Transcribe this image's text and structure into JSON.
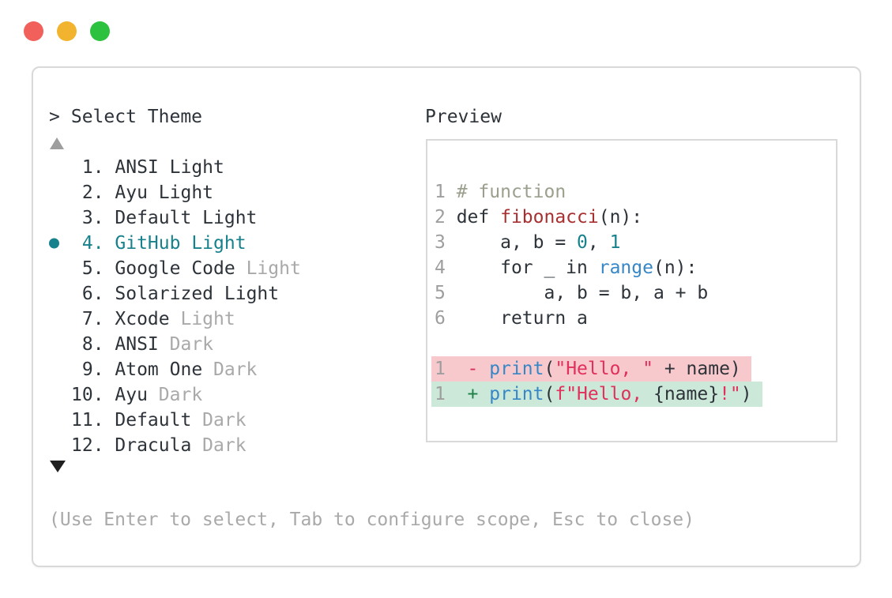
{
  "window": {
    "dots": [
      {
        "name": "close",
        "color": "#f1605b"
      },
      {
        "name": "minimize",
        "color": "#f2b32e"
      },
      {
        "name": "zoom",
        "color": "#2cc13e"
      }
    ]
  },
  "panel": {
    "prompt_symbol": ">",
    "title": "Select Theme",
    "help_text": "(Use Enter to select, Tab to configure scope, Esc to close)"
  },
  "theme_list": {
    "items": [
      {
        "num": 1,
        "name": "ANSI",
        "variant": "Light",
        "variant_muted": false,
        "selected": false
      },
      {
        "num": 2,
        "name": "Ayu",
        "variant": "Light",
        "variant_muted": false,
        "selected": false
      },
      {
        "num": 3,
        "name": "Default",
        "variant": "Light",
        "variant_muted": false,
        "selected": false
      },
      {
        "num": 4,
        "name": "GitHub",
        "variant": "Light",
        "variant_muted": false,
        "selected": true
      },
      {
        "num": 5,
        "name": "Google Code",
        "variant": "Light",
        "variant_muted": true,
        "selected": false
      },
      {
        "num": 6,
        "name": "Solarized",
        "variant": "Light",
        "variant_muted": false,
        "selected": false
      },
      {
        "num": 7,
        "name": "Xcode",
        "variant": "Light",
        "variant_muted": true,
        "selected": false
      },
      {
        "num": 8,
        "name": "ANSI",
        "variant": "Dark",
        "variant_muted": true,
        "selected": false
      },
      {
        "num": 9,
        "name": "Atom One",
        "variant": "Dark",
        "variant_muted": true,
        "selected": false
      },
      {
        "num": 10,
        "name": "Ayu",
        "variant": "Dark",
        "variant_muted": true,
        "selected": false
      },
      {
        "num": 11,
        "name": "Default",
        "variant": "Dark",
        "variant_muted": true,
        "selected": false
      },
      {
        "num": 12,
        "name": "Dracula",
        "variant": "Dark",
        "variant_muted": true,
        "selected": false
      }
    ]
  },
  "preview": {
    "label": "Preview",
    "code_lines": [
      {
        "num": "1",
        "tokens": [
          [
            "# function",
            "comment"
          ]
        ]
      },
      {
        "num": "2",
        "tokens": [
          [
            "def ",
            "dark"
          ],
          [
            "fibonacci",
            "func"
          ],
          [
            "(n):",
            "dark"
          ]
        ]
      },
      {
        "num": "3",
        "tokens": [
          [
            "    a, b = ",
            "dark"
          ],
          [
            "0",
            "num"
          ],
          [
            ", ",
            "dark"
          ],
          [
            "1",
            "num"
          ]
        ]
      },
      {
        "num": "4",
        "tokens": [
          [
            "    for _ in ",
            "dark"
          ],
          [
            "range",
            "blue"
          ],
          [
            "(n):",
            "dark"
          ]
        ]
      },
      {
        "num": "5",
        "tokens": [
          [
            "        a, b = b, a + b",
            "dark"
          ]
        ]
      },
      {
        "num": "6",
        "tokens": [
          [
            "    return a",
            "dark"
          ]
        ]
      },
      {
        "num": "",
        "tokens": []
      },
      {
        "num": "1",
        "tokens": [
          [
            " - ",
            "minus"
          ],
          [
            "print",
            "blue"
          ],
          [
            "(",
            "dark"
          ],
          [
            "\"Hello, \"",
            "str"
          ],
          [
            " + name)",
            "dark"
          ]
        ],
        "bg": "diff_removed_bg"
      },
      {
        "num": "1",
        "tokens": [
          [
            " + ",
            "plus"
          ],
          [
            "print",
            "blue"
          ],
          [
            "(",
            "dark"
          ],
          [
            "f\"Hello, ",
            "str"
          ],
          [
            "{name}",
            "dark"
          ],
          [
            "!\"",
            "str"
          ],
          [
            ")",
            "dark"
          ]
        ],
        "bg": "diff_added_bg"
      }
    ]
  },
  "colors": {
    "text_dark": "#2d3339",
    "text_muted": "#a9a9a9",
    "line_number": "#9e9e9e",
    "selected_teal": "#17818c",
    "comment_olive": "#9aa08d",
    "function_red": "#a93030",
    "number_teal": "#17818c",
    "builtin_blue": "#3787c7",
    "string_crimson": "#e0305c",
    "diff_minus_red": "#d62f5a",
    "diff_plus_green": "#1d8045",
    "diff_removed_bg": "#f8c9cc",
    "diff_added_bg": "#cbe8d9"
  }
}
